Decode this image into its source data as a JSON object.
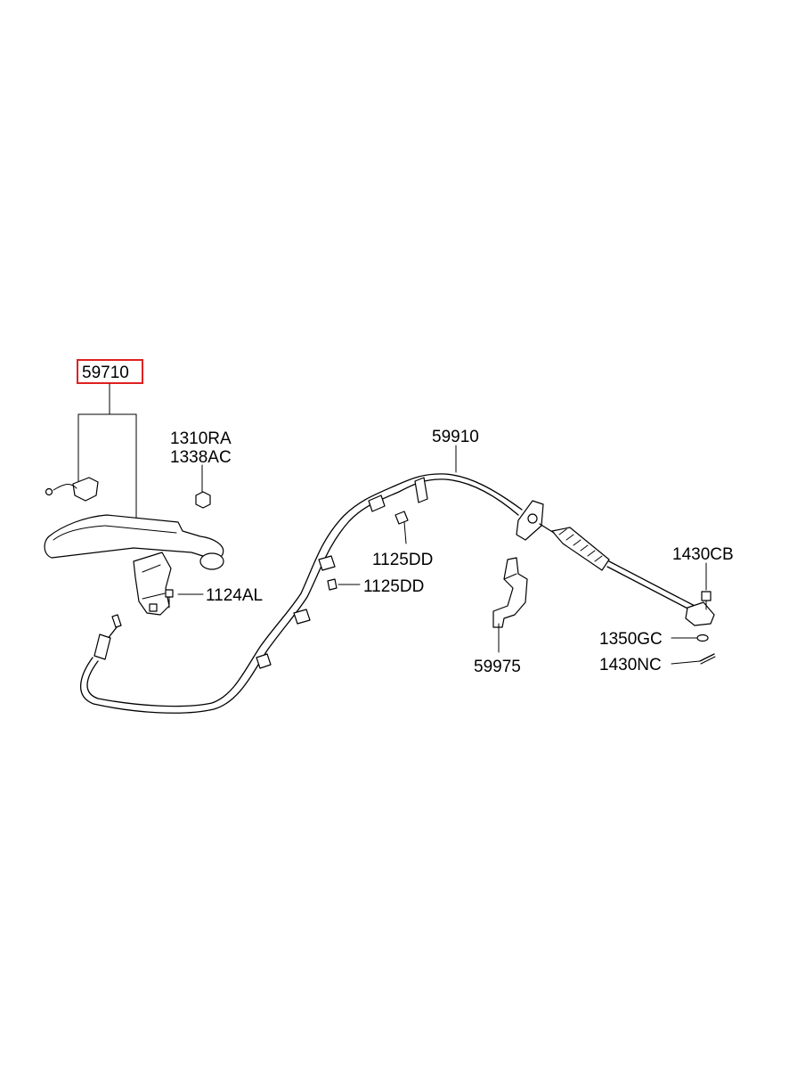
{
  "diagram": {
    "highlight_color": "#e02020",
    "labels": {
      "p59710": "59710",
      "p1310RA": "1310RA",
      "p1338AC": "1338AC",
      "p59910": "59910",
      "p1125DD_a": "1125DD",
      "p1125DD_b": "1125DD",
      "p1124AL": "1124AL",
      "p1430CB": "1430CB",
      "p1350GC": "1350GC",
      "p1430NC": "1430NC",
      "p59975": "59975"
    }
  }
}
